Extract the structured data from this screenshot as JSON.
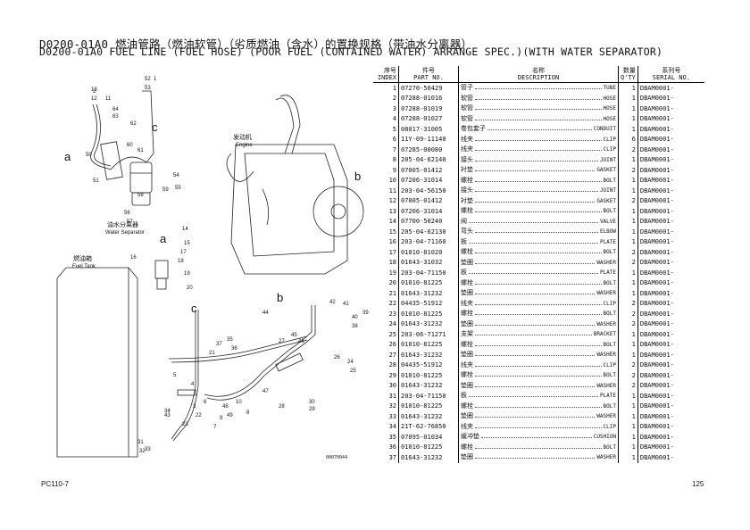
{
  "title_cn": "D0200-01A0 燃油管路（燃油软管）（劣质燃油（含水）的置换规格（带油水分离器）",
  "title_en": "D0200-01A0 FUEL LINE (FUEL HOSE) (POOR FUEL (CONTAINED WATER) ARRANGE SPEC.)(WITH WATER SEPARATOR)",
  "headers": {
    "no_cn": "序号",
    "no_en": "INDEX",
    "pn_cn": "件号",
    "pn_en": "PART NO.",
    "desc_cn": "名称",
    "desc_en": "DESCRIPTION",
    "qty_cn": "数量",
    "qty_en": "Q'TY",
    "ser_cn": "系列号",
    "ser_en": "SERIAL NO."
  },
  "parts": [
    {
      "no": "1",
      "pn": "07270-50429",
      "cn": "管子",
      "en": "TUBE",
      "qty": "1",
      "ser": "DBAM0001-"
    },
    {
      "no": "2",
      "pn": "07288-01016",
      "cn": "软管",
      "en": "HOSE",
      "qty": "1",
      "ser": "DBAM0001-"
    },
    {
      "no": "3",
      "pn": "07288-01019",
      "cn": "软管",
      "en": "HOSE",
      "qty": "1",
      "ser": "DBAM0001-"
    },
    {
      "no": "4",
      "pn": "07288-01027",
      "cn": "软管",
      "en": "HOSE",
      "qty": "1",
      "ser": "DBAM0001-"
    },
    {
      "no": "5",
      "pn": "08017-31005",
      "cn": "卷包套子",
      "en": "CONDUIT",
      "qty": "1",
      "ser": "DBAM0001-"
    },
    {
      "no": "6",
      "pn": "11Y-09-11140",
      "cn": "线夹",
      "en": "CLIP",
      "qty": "6",
      "ser": "DBAM0001-"
    },
    {
      "no": "7",
      "pn": "07285-00080",
      "cn": "线夹",
      "en": "CLIP",
      "qty": "2",
      "ser": "DBAM0001-"
    },
    {
      "no": "8",
      "pn": "205-04-62140",
      "cn": "接头",
      "en": "JOINT",
      "qty": "1",
      "ser": "DBAM0001-"
    },
    {
      "no": "9",
      "pn": "07005-01412",
      "cn": "衬垫",
      "en": "GASKET",
      "qty": "2",
      "ser": "DBAM0001-"
    },
    {
      "no": "10",
      "pn": "07206-31014",
      "cn": "螺栓",
      "en": "BOLT",
      "qty": "1",
      "ser": "DBAM0001-"
    },
    {
      "no": "11",
      "pn": "203-04-56150",
      "cn": "接头",
      "en": "JOINT",
      "qty": "1",
      "ser": "DBAM0001-"
    },
    {
      "no": "12",
      "pn": "07005-01412",
      "cn": "衬垫",
      "en": "GASKET",
      "qty": "2",
      "ser": "DBAM0001-"
    },
    {
      "no": "13",
      "pn": "07206-31014",
      "cn": "螺栓",
      "en": "BOLT",
      "qty": "1",
      "ser": "DBAM0001-"
    },
    {
      "no": "14",
      "pn": "07700-50240",
      "cn": "阀",
      "en": "VALVE",
      "qty": "1",
      "ser": "DBAM0001-"
    },
    {
      "no": "15",
      "pn": "205-04-62130",
      "cn": "弯头",
      "en": "ELBOW",
      "qty": "1",
      "ser": "DBAM0001-"
    },
    {
      "no": "16",
      "pn": "203-04-71160",
      "cn": "板",
      "en": "PLATE",
      "qty": "1",
      "ser": "DBAM0001-"
    },
    {
      "no": "17",
      "pn": "01010-81020",
      "cn": "螺栓",
      "en": "BOLT",
      "qty": "2",
      "ser": "DBAM0001-"
    },
    {
      "no": "18",
      "pn": "01643-31032",
      "cn": "垫圈",
      "en": "WASHER",
      "qty": "2",
      "ser": "DBAM0001-"
    },
    {
      "no": "19",
      "pn": "203-04-71150",
      "cn": "板",
      "en": "PLATE",
      "qty": "1",
      "ser": "DBAM0001-"
    },
    {
      "no": "20",
      "pn": "01010-81225",
      "cn": "螺栓",
      "en": "BOLT",
      "qty": "1",
      "ser": "DBAM0001-"
    },
    {
      "no": "21",
      "pn": "01643-31232",
      "cn": "垫圈",
      "en": "WASHER",
      "qty": "1",
      "ser": "DBAM0001-"
    },
    {
      "no": "22",
      "pn": "04435-51912",
      "cn": "线夹",
      "en": "CLIP",
      "qty": "2",
      "ser": "DBAM0001-"
    },
    {
      "no": "23",
      "pn": "01010-81225",
      "cn": "螺栓",
      "en": "BOLT",
      "qty": "2",
      "ser": "DBAM0001-"
    },
    {
      "no": "24",
      "pn": "01643-31232",
      "cn": "垫圈",
      "en": "WASHER",
      "qty": "2",
      "ser": "DBAM0001-"
    },
    {
      "no": "25",
      "pn": "203-06-71271",
      "cn": "支架",
      "en": "BRACKET",
      "qty": "1",
      "ser": "DBAM0001-"
    },
    {
      "no": "26",
      "pn": "01010-81225",
      "cn": "螺栓",
      "en": "BOLT",
      "qty": "1",
      "ser": "DBAM0001-"
    },
    {
      "no": "27",
      "pn": "01643-31232",
      "cn": "垫圈",
      "en": "WASHER",
      "qty": "1",
      "ser": "DBAM0001-"
    },
    {
      "no": "28",
      "pn": "04435-51912",
      "cn": "线夹",
      "en": "CLIP",
      "qty": "2",
      "ser": "DBAM0001-"
    },
    {
      "no": "29",
      "pn": "01010-81225",
      "cn": "螺栓",
      "en": "BOLT",
      "qty": "2",
      "ser": "DBAM0001-"
    },
    {
      "no": "30",
      "pn": "01643-31232",
      "cn": "垫圈",
      "en": "WASHER",
      "qty": "2",
      "ser": "DBAM0001-"
    },
    {
      "no": "31",
      "pn": "203-04-71150",
      "cn": "板",
      "en": "PLATE",
      "qty": "1",
      "ser": "DBAM0001-"
    },
    {
      "no": "32",
      "pn": "01010-81225",
      "cn": "螺栓",
      "en": "BOLT",
      "qty": "1",
      "ser": "DBAM0001-"
    },
    {
      "no": "33",
      "pn": "01643-31232",
      "cn": "垫圈",
      "en": "WASHER",
      "qty": "1",
      "ser": "DBAM0001-"
    },
    {
      "no": "34",
      "pn": "21T-62-76850",
      "cn": "线夹",
      "en": "CLIP",
      "qty": "1",
      "ser": "DBAM0001-"
    },
    {
      "no": "35",
      "pn": "07095-01034",
      "cn": "缓冲垫",
      "en": "CUSHION",
      "qty": "1",
      "ser": "DBAM0001-"
    },
    {
      "no": "36",
      "pn": "01010-81225",
      "cn": "螺栓",
      "en": "BOLT",
      "qty": "1",
      "ser": "DBAM0001-"
    },
    {
      "no": "37",
      "pn": "01643-31232",
      "cn": "垫圈",
      "en": "WASHER",
      "qty": "1",
      "ser": "DBAM0001-"
    }
  ],
  "diagram": {
    "engine_cn": "发动机",
    "engine_en": "Engine",
    "sep_cn": "油水分离器",
    "sep_en": "Water Separator",
    "tank_cn": "燃油箱",
    "tank_en": "Fuel Tank",
    "ref_a": "a",
    "ref_b": "b",
    "ref_c": "c",
    "callouts": [
      "52",
      "53",
      "13",
      "11",
      "12",
      "64",
      "63",
      "62",
      "2",
      "1",
      "60",
      "61",
      "50",
      "51",
      "54",
      "55",
      "56",
      "57",
      "58",
      "59",
      "14",
      "15",
      "16",
      "17",
      "18",
      "19",
      "20",
      "21",
      "22",
      "23",
      "24",
      "25",
      "26",
      "27",
      "28",
      "29",
      "30",
      "31",
      "32",
      "33",
      "34",
      "35",
      "36",
      "37",
      "38",
      "39",
      "40",
      "41",
      "42",
      "43",
      "44",
      "45",
      "46",
      "47",
      "48",
      "49",
      "3",
      "4",
      "5",
      "6",
      "7",
      "8",
      "9",
      "10"
    ],
    "figure_no": "00070044"
  },
  "footer": {
    "model": "PC110-7",
    "page": "125"
  }
}
